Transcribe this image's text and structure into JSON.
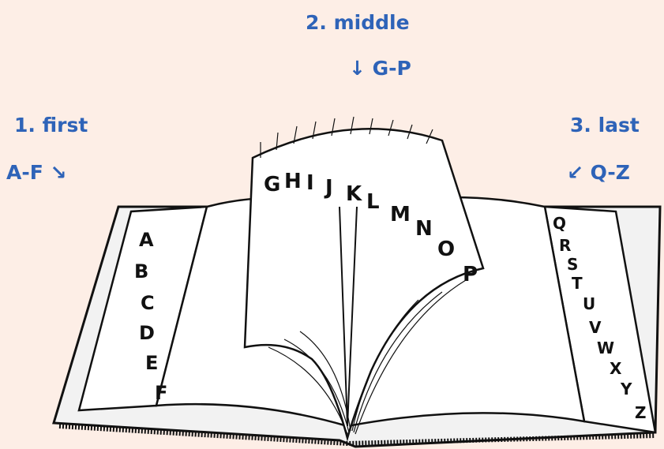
{
  "labels": {
    "first": {
      "title": "1. first",
      "range": "A-F ↘"
    },
    "middle": {
      "title": "2. middle",
      "range": "↓ G-P"
    },
    "last": {
      "title": "3. last",
      "range": "↙ Q-Z"
    }
  },
  "colors": {
    "background": "#fdeee6",
    "accent": "#2e63b8",
    "ink": "#111111",
    "page": "#ffffff"
  },
  "tabs": {
    "left": [
      "A",
      "B",
      "C",
      "D",
      "E",
      "F"
    ],
    "middle": [
      "G",
      "H",
      "I",
      "J",
      "K",
      "L",
      "M",
      "N",
      "O",
      "P"
    ],
    "right": [
      "Q",
      "R",
      "S",
      "T",
      "U",
      "V",
      "W",
      "X",
      "Y",
      "Z"
    ]
  }
}
